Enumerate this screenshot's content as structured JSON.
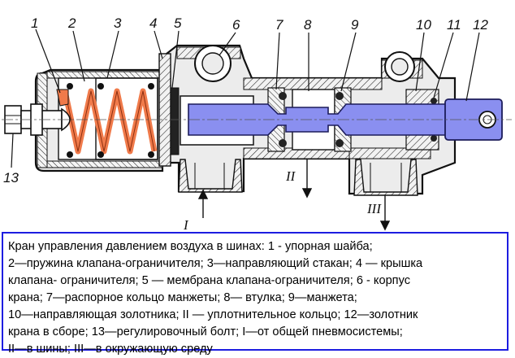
{
  "callouts": {
    "n1": "1",
    "n2": "2",
    "n3": "3",
    "n4": "4",
    "n5": "5",
    "n6": "6",
    "n7": "7",
    "n8": "8",
    "n9": "9",
    "n10": "10",
    "n11": "11",
    "n12": "12",
    "n13": "13"
  },
  "flows": {
    "r1": "I",
    "r2": "II",
    "r3": "III"
  },
  "caption": "Кран управления давлением воздуха в шинах: 1 - упорная шайба;\n2—пружина клапана-ограничителя; 3—направляющий стакан; 4 — крышка\nклапана- ограничителя; 5 — мембрана клапана-ограничителя; 6 - корпус\nкрана; 7—распорное кольцо манжеты; 8— втулка; 9—манжета;\n10—направляющая золотника; II — уплотнительное кольцо; 12—золотник\nкрана в сборе; 13—регулировочный болт; I—от общей пневмосистемы;\nII—в шины; III—в окружающую среду",
  "colors": {
    "spring": "#f07a4a",
    "spool": "#8a8ff0",
    "caption_border": "#1d1de0",
    "body_fill": "#ececec",
    "line": "#111111"
  }
}
